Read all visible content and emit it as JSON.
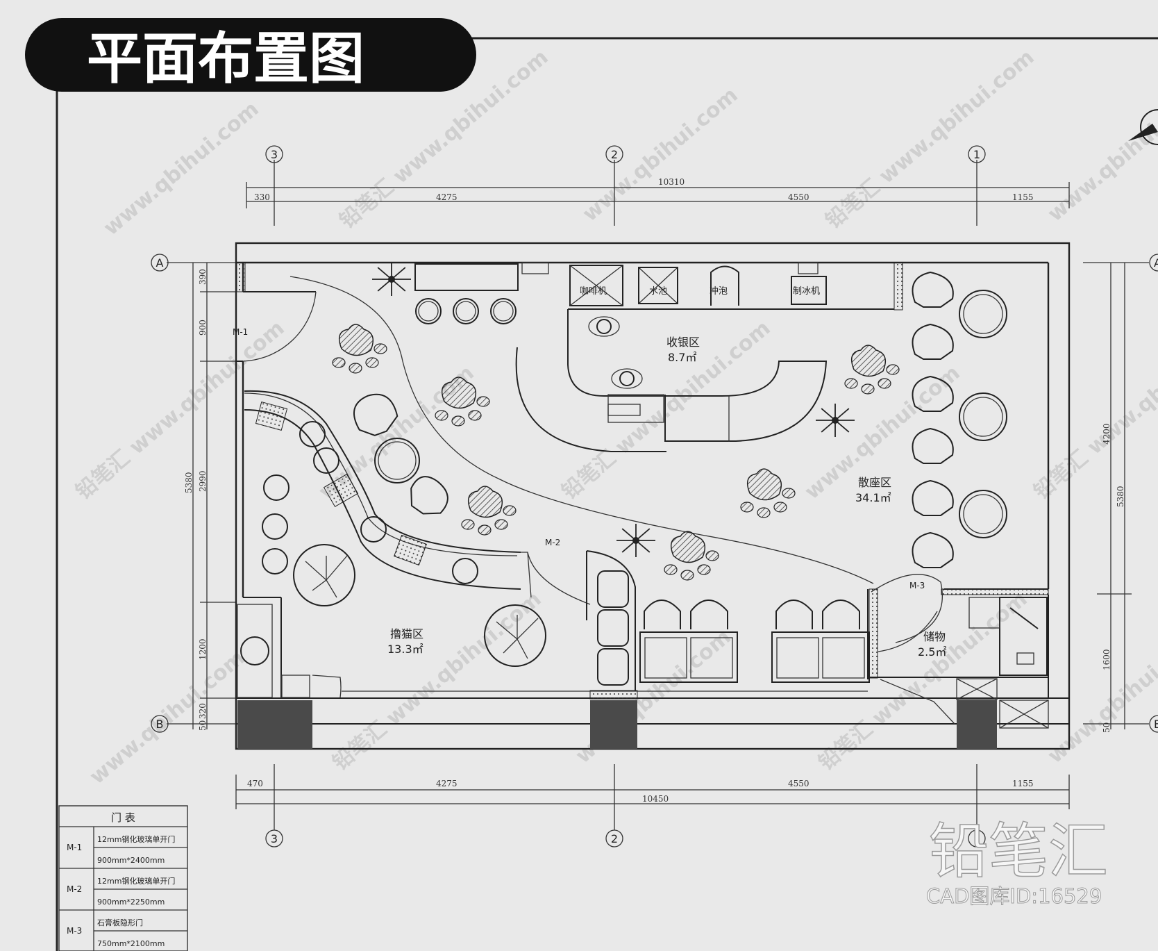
{
  "title": "平面布置图",
  "axes": {
    "columns_top": [
      "3",
      "2",
      "1"
    ],
    "columns_bottom": [
      "3",
      "2",
      "1"
    ],
    "rows": [
      "A",
      "B"
    ]
  },
  "dimensions": {
    "top_total": "10310",
    "top_segments": [
      "330",
      "4275",
      "4550",
      "1155"
    ],
    "bottom_total": "10450",
    "bottom_segments": [
      "470",
      "4275",
      "4550",
      "1155"
    ],
    "left_total": "5380",
    "left_segments": [
      "390",
      "900",
      "2990",
      "1200",
      "320",
      "50"
    ],
    "right_segments": [
      "4200",
      "5380",
      "1600",
      "50"
    ]
  },
  "equipment": [
    "咖啡机",
    "水池",
    "冲泡",
    "制冰机"
  ],
  "zones": [
    {
      "name": "收银区",
      "area": "8.7㎡"
    },
    {
      "name": "散座区",
      "area": "34.1㎡"
    },
    {
      "name": "撸猫区",
      "area": "13.3㎡"
    },
    {
      "name": "储物",
      "area": "2.5㎡"
    }
  ],
  "door_tags": [
    "M-1",
    "M-2",
    "M-3"
  ],
  "door_table": {
    "title": "门 表",
    "rows": [
      {
        "code": "M-1",
        "line1": "12mm钢化玻璃单开门",
        "line2": "900mm*2400mm"
      },
      {
        "code": "M-2",
        "line1": "12mm钢化玻璃单开门",
        "line2": "900mm*2250mm"
      },
      {
        "code": "M-3",
        "line1": "石膏板隐形门",
        "line2": "750mm*2100mm"
      }
    ]
  },
  "brand": {
    "logo": "铅笔汇",
    "caption": "CAD图库ID:16529"
  },
  "watermark": {
    "url": "www.qbihui.com",
    "name": "铅笔汇"
  }
}
